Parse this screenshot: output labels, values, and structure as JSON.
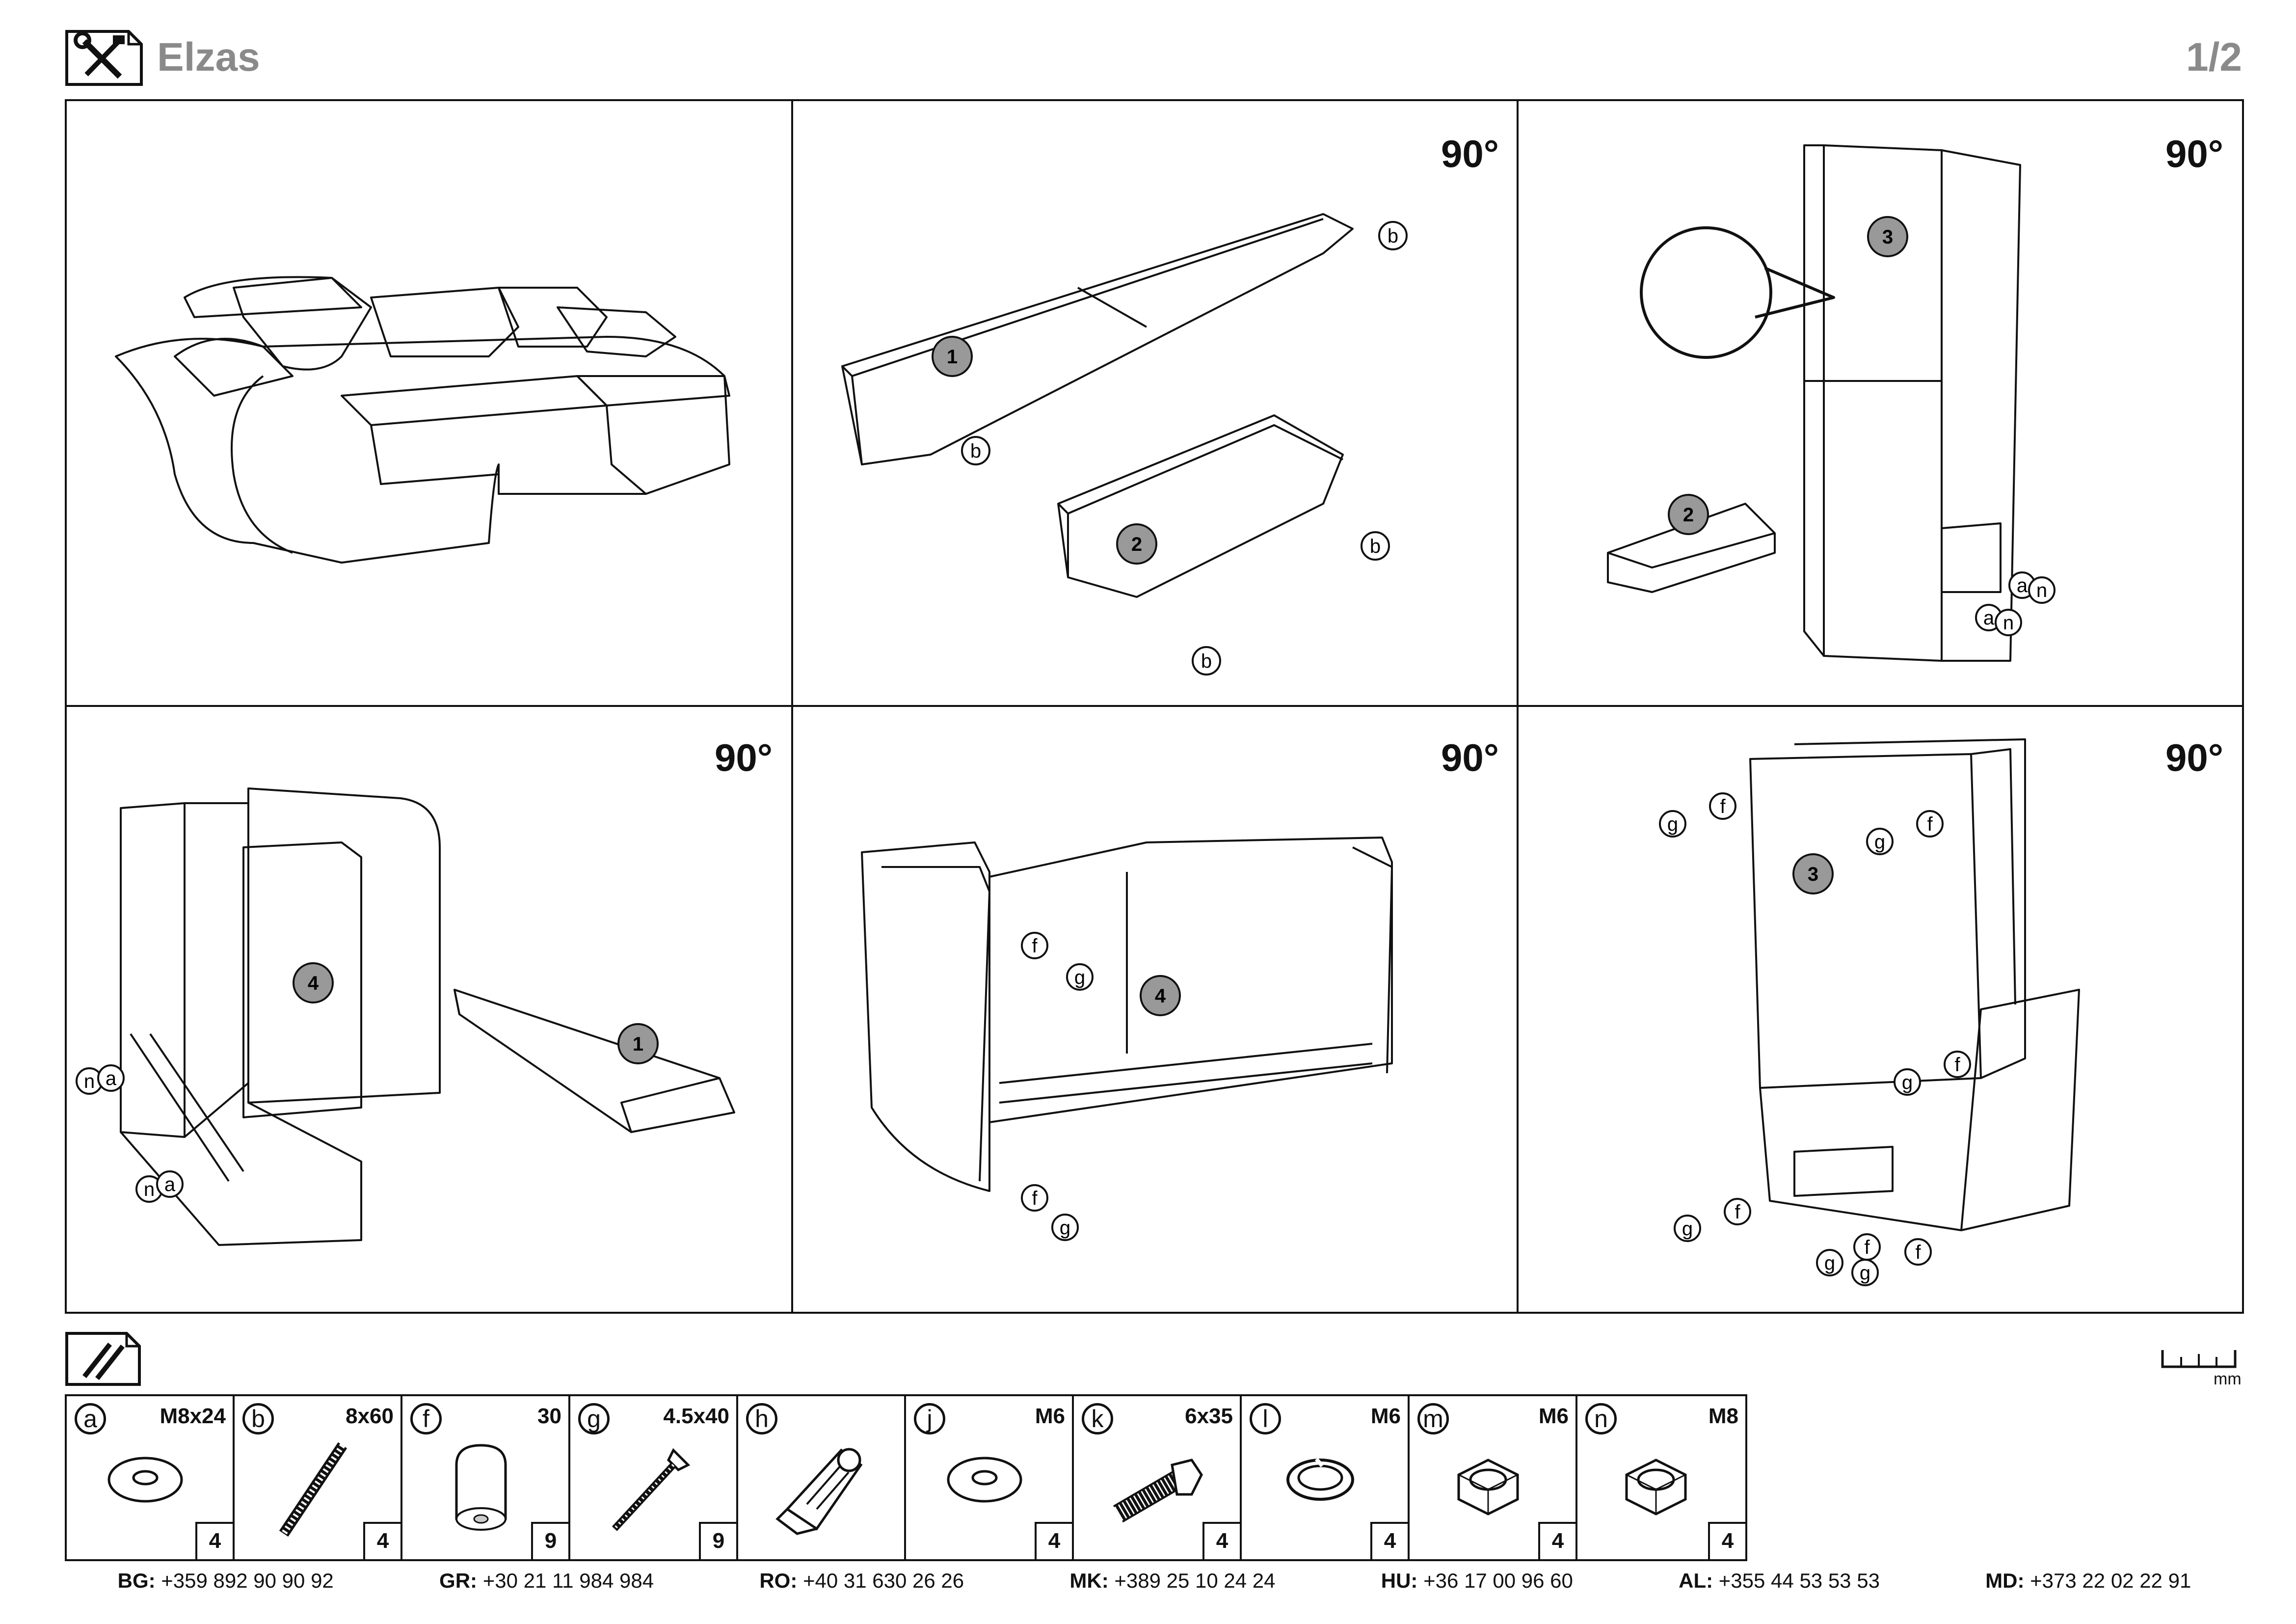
{
  "header": {
    "title": "Elzas",
    "page": "1/2"
  },
  "steps": {
    "rotation_label": "90°",
    "panel_numbers": [
      "1",
      "2",
      "3",
      "4"
    ],
    "callouts": [
      "a",
      "b",
      "f",
      "g",
      "n"
    ]
  },
  "parts": [
    {
      "letter": "a",
      "size": "M8x24",
      "qty": "4",
      "icon": "washer-icon"
    },
    {
      "letter": "b",
      "size": "8x60",
      "qty": "4",
      "icon": "threaded-rod-icon"
    },
    {
      "letter": "f",
      "size": "30",
      "qty": "9",
      "icon": "foot-icon"
    },
    {
      "letter": "g",
      "size": "4.5x40",
      "qty": "9",
      "icon": "screw-icon"
    },
    {
      "letter": "h",
      "size": "",
      "qty": "",
      "icon": "bracket-icon"
    },
    {
      "letter": "j",
      "size": "M6",
      "qty": "4",
      "icon": "washer-icon"
    },
    {
      "letter": "k",
      "size": "6x35",
      "qty": "4",
      "icon": "bolt-icon"
    },
    {
      "letter": "l",
      "size": "M6",
      "qty": "4",
      "icon": "split-washer-icon"
    },
    {
      "letter": "m",
      "size": "M6",
      "qty": "4",
      "icon": "nut-icon"
    },
    {
      "letter": "n",
      "size": "M8",
      "qty": "4",
      "icon": "nut-icon"
    }
  ],
  "ruler": {
    "unit": "mm"
  },
  "contacts": [
    {
      "code": "BG:",
      "phone": "+359 892 90 90 92"
    },
    {
      "code": "GR:",
      "phone": "+30 21 11 984 984"
    },
    {
      "code": "RO:",
      "phone": "+40 31 630 26 26"
    },
    {
      "code": "MK:",
      "phone": "+389 25 10 24 24"
    },
    {
      "code": "HU:",
      "phone": "+36 17 00 96 60"
    },
    {
      "code": "AL:",
      "phone": "+355 44 53 53 53"
    },
    {
      "code": "MD:",
      "phone": "+373 22 02 22 91"
    }
  ]
}
